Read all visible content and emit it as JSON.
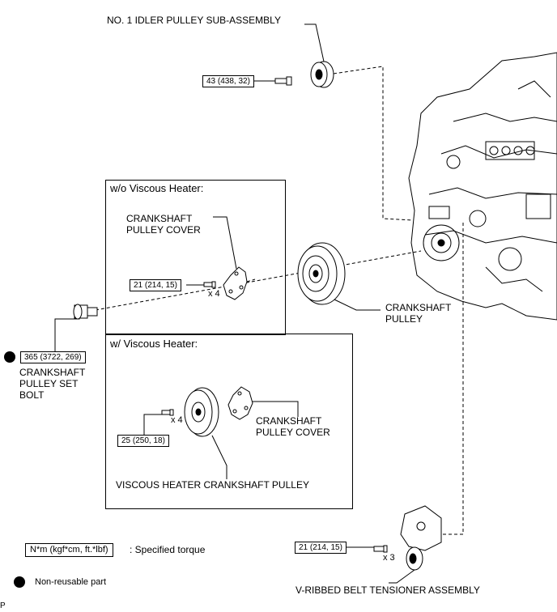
{
  "callouts": {
    "idler_pulley": "NO. 1 IDLER PULLEY SUB-ASSEMBLY",
    "crank_pulley": "CRANKSHAFT PULLEY",
    "crank_cover_wo": "CRANKSHAFT PULLEY COVER",
    "crank_cover_w": "CRANKSHAFT PULLEY COVER",
    "crank_bolt": "CRANKSHAFT PULLEY SET BOLT",
    "viscous_pulley": "VISCOUS HEATER CRANKSHAFT PULLEY",
    "tensioner": "V-RIBBED BELT TENSIONER ASSEMBLY"
  },
  "frames": {
    "without_heater": "w/o Viscous Heater:",
    "with_heater": "w/ Viscous Heater:"
  },
  "torques": {
    "idler": "43 (438, 32)",
    "cover_wo": "21 (214, 15)",
    "crank_bolt": "365 (3722, 269)",
    "viscous": "25 (250, 18)",
    "tensioner": "21 (214, 15)"
  },
  "quantities": {
    "cover_wo": "x 4",
    "viscous": "x 4",
    "tensioner": "x 3"
  },
  "legend": {
    "torque_box": "N*m (kgf*cm, ft.*lbf)",
    "torque_desc": ": Specified torque",
    "nonreusable": "Non-reusable part"
  },
  "corner_mark": "P"
}
